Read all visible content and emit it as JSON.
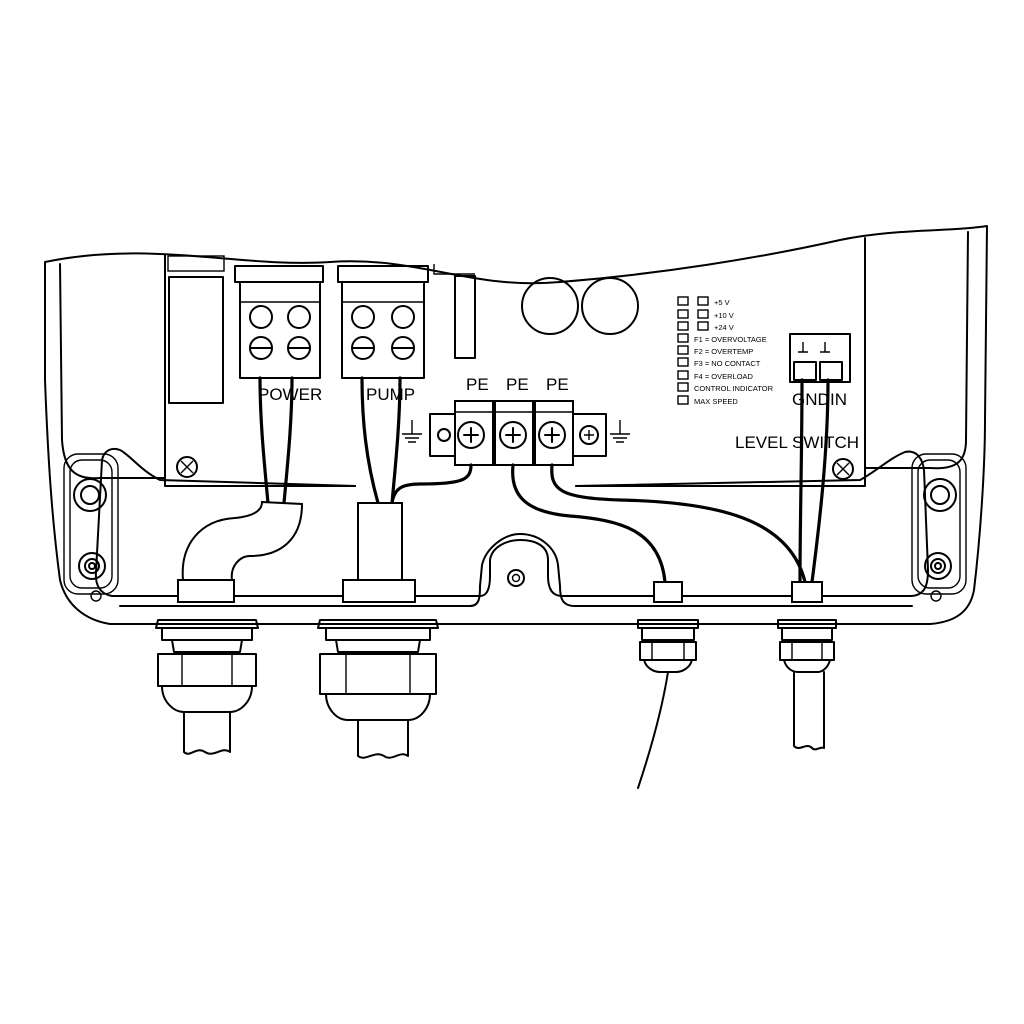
{
  "labels": {
    "power": "POWER",
    "pump": "PUMP",
    "pe": [
      "PE",
      "PE",
      "PE"
    ],
    "gnd": "GND",
    "in": "IN",
    "level_switch": "LEVEL SWITCH"
  },
  "indicators": [
    "+5 V",
    "+10 V",
    "+24 V",
    "F1 = OVERVOLTAGE",
    "F2 = OVERTEMP",
    "F3 = NO CONTACT",
    "F4 = OVERLOAD",
    "CONTROL INDICATOR",
    "MAX SPEED"
  ]
}
